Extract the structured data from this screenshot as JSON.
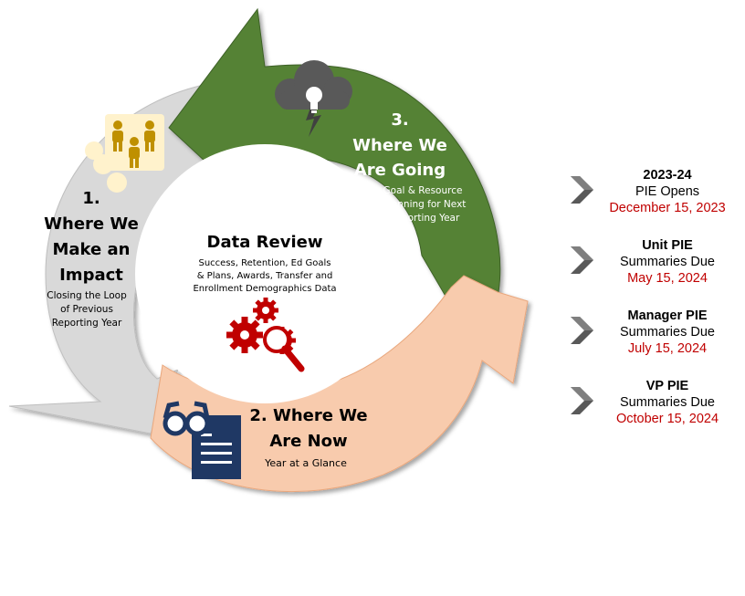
{
  "center": {
    "title": "Data Review",
    "lines": [
      "Success, Retention, Ed Goals",
      "& Plans, Awards, Transfer and",
      "Enrollment Demographics Data"
    ]
  },
  "stage1": {
    "heading": [
      "1.",
      "Where We",
      "Make an",
      "Impact"
    ],
    "caption": [
      "Closing the Loop",
      "of Previous",
      "Reporting Year"
    ]
  },
  "stage2": {
    "heading": [
      "2. Where We",
      "Are Now"
    ],
    "caption": "Year at a Glance"
  },
  "stage3": {
    "heading": [
      "3.",
      "Where We",
      "Are Going"
    ],
    "caption": [
      "Goal & Resource",
      "Planning for Next",
      "Reporting Year"
    ]
  },
  "milestones": [
    {
      "title": "2023-24",
      "subtitle": "PIE Opens",
      "date": "December 15, 2023"
    },
    {
      "title": "Unit PIE",
      "subtitle": "Summaries Due",
      "date": "May 15, 2024"
    },
    {
      "title": "Manager PIE",
      "subtitle": "Summaries Due",
      "date": "July 15, 2024"
    },
    {
      "title": "VP PIE",
      "subtitle": "Summaries Due",
      "date": "October 15, 2024"
    }
  ],
  "colors": {
    "green": "#548235",
    "peach": "#f8cbad",
    "gray": "#d9d9d9",
    "date_red": "#c00000",
    "gear_red": "#c00000",
    "doc_navy": "#1f3864"
  },
  "icons": [
    "people-icon",
    "lightbulb-cloud-icon",
    "gears-magnifier-icon",
    "glasses-document-icon",
    "chevron-right-icon"
  ]
}
